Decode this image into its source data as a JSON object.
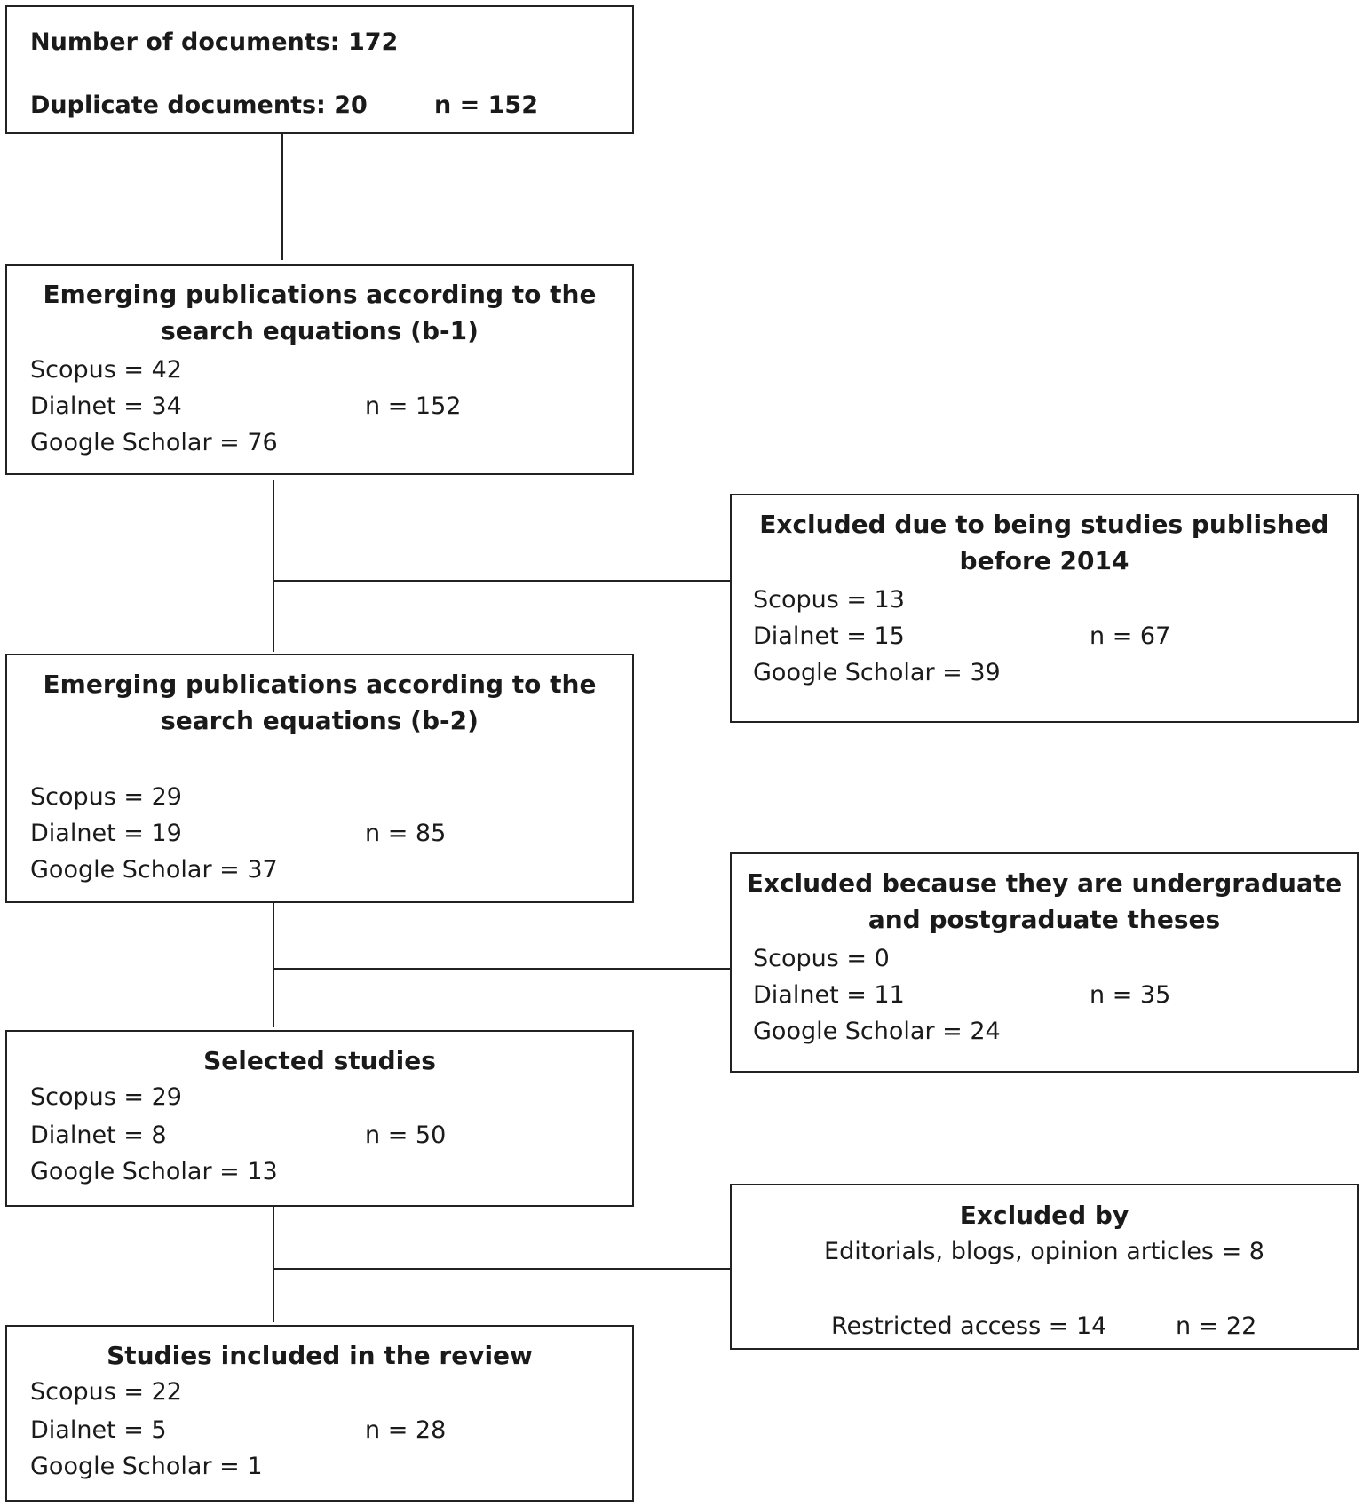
{
  "box_top": {
    "line1": "Number of documents: 172",
    "line2": "Duplicate documents: 20",
    "n": "n = 152"
  },
  "box_b1": {
    "title_1": "Emerging publications according to the",
    "title_2": "search equations (b-1)",
    "scopus": "Scopus = 42",
    "dialnet": "Dialnet = 34",
    "google": "Google Scholar = 76",
    "n": "n = 152"
  },
  "box_excl_2014": {
    "title_1": "Excluded due to being studies published",
    "title_2": "before 2014",
    "scopus": "Scopus = 13",
    "dialnet": "Dialnet = 15",
    "google": "Google Scholar = 39",
    "n": "n = 67"
  },
  "box_b2": {
    "title_1": "Emerging publications according to the",
    "title_2": "search equations (b-2)",
    "scopus": "Scopus = 29",
    "dialnet": "Dialnet = 19",
    "google": "Google Scholar = 37",
    "n": "n = 85"
  },
  "box_excl_theses": {
    "title_1": "Excluded because they are undergraduate",
    "title_2": "and postgraduate theses",
    "scopus": "Scopus = 0",
    "dialnet": "Dialnet = 11",
    "google": "Google Scholar = 24",
    "n": "n = 35"
  },
  "box_selected": {
    "title": "Selected studies",
    "scopus": "Scopus = 29",
    "dialnet": "Dialnet = 8",
    "google": "Google Scholar = 13",
    "n": "n = 50"
  },
  "box_excl_by": {
    "title": "Excluded by",
    "editorials": "Editorials, blogs, opinion articles = 8",
    "restricted": "Restricted access = 14",
    "n": "n = 22"
  },
  "box_included": {
    "title": "Studies included in the review",
    "scopus": "Scopus = 22",
    "dialnet": "Dialnet = 5",
    "google": "Google Scholar = 1",
    "n": "n = 28"
  }
}
